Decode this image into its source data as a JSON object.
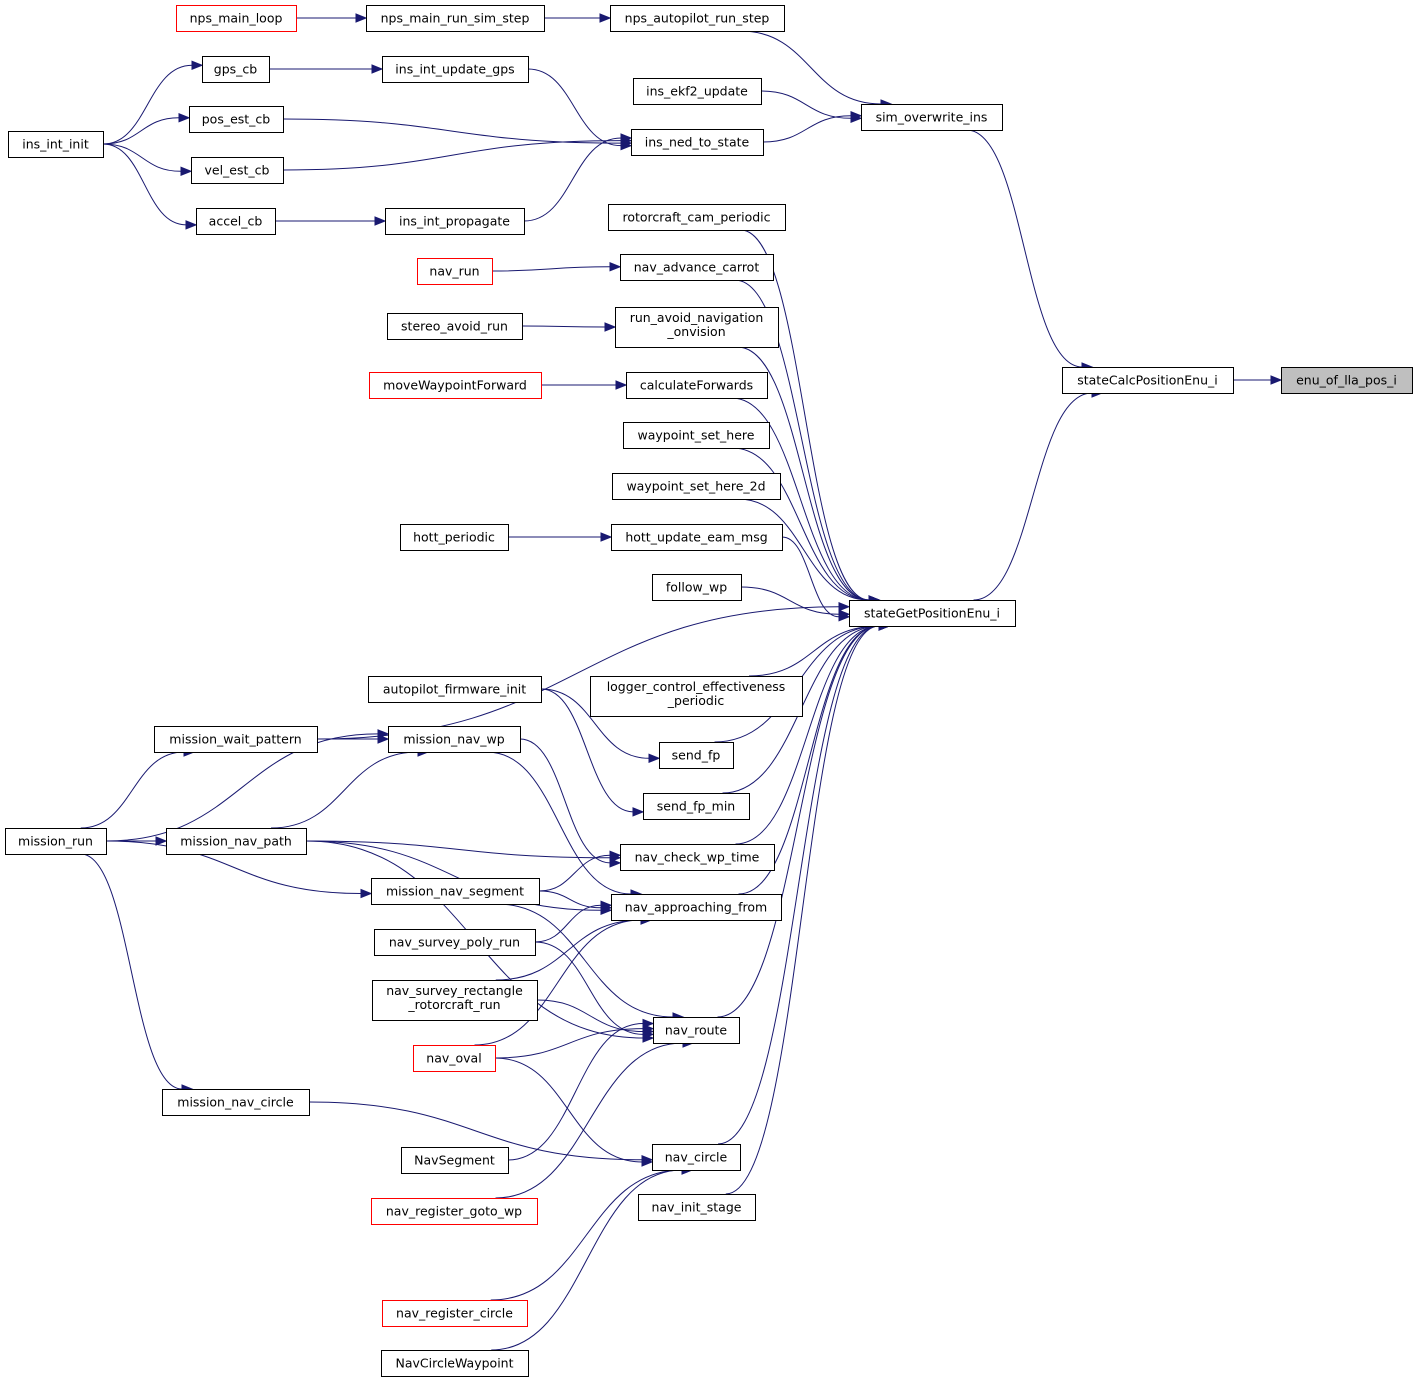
{
  "title": "enu_of_lla_pos_i caller graph",
  "colors": {
    "edge": "#191970",
    "node_border": "#000000",
    "truncated_border": "#ff0000",
    "focus_fill": "#bfbfbf"
  },
  "nodes": [
    {
      "id": "nps_main_loop",
      "label": [
        "nps_main_loop"
      ],
      "style": "red"
    },
    {
      "id": "nps_main_run_sim_step",
      "label": [
        "nps_main_run_sim_step"
      ]
    },
    {
      "id": "nps_autopilot_run_step",
      "label": [
        "nps_autopilot_run_step"
      ]
    },
    {
      "id": "gps_cb",
      "label": [
        "gps_cb"
      ]
    },
    {
      "id": "ins_int_update_gps",
      "label": [
        "ins_int_update_gps"
      ]
    },
    {
      "id": "ins_ekf2_update",
      "label": [
        "ins_ekf2_update"
      ]
    },
    {
      "id": "sim_overwrite_ins",
      "label": [
        "sim_overwrite_ins"
      ]
    },
    {
      "id": "ins_int_init",
      "label": [
        "ins_int_init"
      ]
    },
    {
      "id": "pos_est_cb",
      "label": [
        "pos_est_cb"
      ]
    },
    {
      "id": "ins_ned_to_state",
      "label": [
        "ins_ned_to_state"
      ]
    },
    {
      "id": "vel_est_cb",
      "label": [
        "vel_est_cb"
      ]
    },
    {
      "id": "accel_cb",
      "label": [
        "accel_cb"
      ]
    },
    {
      "id": "ins_int_propagate",
      "label": [
        "ins_int_propagate"
      ]
    },
    {
      "id": "rotorcraft_cam_periodic",
      "label": [
        "rotorcraft_cam_periodic"
      ]
    },
    {
      "id": "nav_run",
      "label": [
        "nav_run"
      ],
      "style": "red"
    },
    {
      "id": "nav_advance_carrot",
      "label": [
        "nav_advance_carrot"
      ]
    },
    {
      "id": "stereo_avoid_run",
      "label": [
        "stereo_avoid_run"
      ]
    },
    {
      "id": "run_avoid_navigation_onvision",
      "label": [
        "run_avoid_navigation",
        "_onvision"
      ]
    },
    {
      "id": "moveWaypointForward",
      "label": [
        "moveWaypointForward"
      ],
      "style": "red"
    },
    {
      "id": "calculateForwards",
      "label": [
        "calculateForwards"
      ]
    },
    {
      "id": "stateCalcPositionEnu_i",
      "label": [
        "stateCalcPositionEnu_i"
      ]
    },
    {
      "id": "enu_of_lla_pos_i",
      "label": [
        "enu_of_lla_pos_i"
      ],
      "style": "focus"
    },
    {
      "id": "waypoint_set_here",
      "label": [
        "waypoint_set_here"
      ]
    },
    {
      "id": "waypoint_set_here_2d",
      "label": [
        "waypoint_set_here_2d"
      ]
    },
    {
      "id": "hott_periodic",
      "label": [
        "hott_periodic"
      ]
    },
    {
      "id": "hott_update_eam_msg",
      "label": [
        "hott_update_eam_msg"
      ]
    },
    {
      "id": "follow_wp",
      "label": [
        "follow_wp"
      ]
    },
    {
      "id": "stateGetPositionEnu_i",
      "label": [
        "stateGetPositionEnu_i"
      ]
    },
    {
      "id": "autopilot_firmware_init",
      "label": [
        "autopilot_firmware_init"
      ]
    },
    {
      "id": "logger_control_effectiveness_periodic",
      "label": [
        "logger_control_effectiveness",
        "_periodic"
      ]
    },
    {
      "id": "mission_wait_pattern",
      "label": [
        "mission_wait_pattern"
      ]
    },
    {
      "id": "mission_nav_wp",
      "label": [
        "mission_nav_wp"
      ]
    },
    {
      "id": "send_fp",
      "label": [
        "send_fp"
      ]
    },
    {
      "id": "send_fp_min",
      "label": [
        "send_fp_min"
      ]
    },
    {
      "id": "mission_run",
      "label": [
        "mission_run"
      ]
    },
    {
      "id": "mission_nav_path",
      "label": [
        "mission_nav_path"
      ]
    },
    {
      "id": "nav_check_wp_time",
      "label": [
        "nav_check_wp_time"
      ]
    },
    {
      "id": "mission_nav_segment",
      "label": [
        "mission_nav_segment"
      ]
    },
    {
      "id": "nav_approaching_from",
      "label": [
        "nav_approaching_from"
      ]
    },
    {
      "id": "nav_survey_poly_run",
      "label": [
        "nav_survey_poly_run"
      ]
    },
    {
      "id": "nav_survey_rectangle_rotorcraft_run",
      "label": [
        "nav_survey_rectangle",
        "_rotorcraft_run"
      ]
    },
    {
      "id": "nav_route",
      "label": [
        "nav_route"
      ]
    },
    {
      "id": "nav_oval",
      "label": [
        "nav_oval"
      ],
      "style": "red"
    },
    {
      "id": "mission_nav_circle",
      "label": [
        "mission_nav_circle"
      ]
    },
    {
      "id": "NavSegment",
      "label": [
        "NavSegment"
      ]
    },
    {
      "id": "nav_circle",
      "label": [
        "nav_circle"
      ]
    },
    {
      "id": "nav_register_goto_wp",
      "label": [
        "nav_register_goto_wp"
      ],
      "style": "red"
    },
    {
      "id": "nav_init_stage",
      "label": [
        "nav_init_stage"
      ]
    },
    {
      "id": "nav_register_circle",
      "label": [
        "nav_register_circle"
      ],
      "style": "red"
    },
    {
      "id": "NavCircleWaypoint",
      "label": [
        "NavCircleWaypoint"
      ]
    }
  ],
  "edges": [
    [
      "nps_main_loop",
      "nps_main_run_sim_step"
    ],
    [
      "nps_main_run_sim_step",
      "nps_autopilot_run_step"
    ],
    [
      "nps_autopilot_run_step",
      "sim_overwrite_ins"
    ],
    [
      "ins_ekf2_update",
      "sim_overwrite_ins"
    ],
    [
      "ins_ned_to_state",
      "sim_overwrite_ins"
    ],
    [
      "sim_overwrite_ins",
      "stateCalcPositionEnu_i"
    ],
    [
      "ins_int_init",
      "gps_cb"
    ],
    [
      "ins_int_init",
      "pos_est_cb"
    ],
    [
      "ins_int_init",
      "vel_est_cb"
    ],
    [
      "ins_int_init",
      "accel_cb"
    ],
    [
      "gps_cb",
      "ins_int_update_gps"
    ],
    [
      "ins_int_update_gps",
      "ins_ned_to_state"
    ],
    [
      "pos_est_cb",
      "ins_ned_to_state"
    ],
    [
      "vel_est_cb",
      "ins_ned_to_state"
    ],
    [
      "accel_cb",
      "ins_int_propagate"
    ],
    [
      "ins_int_propagate",
      "ins_ned_to_state"
    ],
    [
      "stateCalcPositionEnu_i",
      "enu_of_lla_pos_i"
    ],
    [
      "stateGetPositionEnu_i",
      "stateCalcPositionEnu_i"
    ],
    [
      "rotorcraft_cam_periodic",
      "stateGetPositionEnu_i"
    ],
    [
      "nav_run",
      "nav_advance_carrot"
    ],
    [
      "nav_advance_carrot",
      "stateGetPositionEnu_i"
    ],
    [
      "stereo_avoid_run",
      "run_avoid_navigation_onvision"
    ],
    [
      "run_avoid_navigation_onvision",
      "stateGetPositionEnu_i"
    ],
    [
      "moveWaypointForward",
      "calculateForwards"
    ],
    [
      "calculateForwards",
      "stateGetPositionEnu_i"
    ],
    [
      "waypoint_set_here",
      "stateGetPositionEnu_i"
    ],
    [
      "waypoint_set_here_2d",
      "stateGetPositionEnu_i"
    ],
    [
      "hott_periodic",
      "hott_update_eam_msg"
    ],
    [
      "hott_update_eam_msg",
      "stateGetPositionEnu_i"
    ],
    [
      "follow_wp",
      "stateGetPositionEnu_i"
    ],
    [
      "mission_wait_pattern",
      "stateGetPositionEnu_i"
    ],
    [
      "logger_control_effectiveness_periodic",
      "stateGetPositionEnu_i"
    ],
    [
      "autopilot_firmware_init",
      "send_fp"
    ],
    [
      "autopilot_firmware_init",
      "send_fp_min"
    ],
    [
      "send_fp",
      "stateGetPositionEnu_i"
    ],
    [
      "send_fp_min",
      "stateGetPositionEnu_i"
    ],
    [
      "mission_run",
      "mission_wait_pattern"
    ],
    [
      "mission_run",
      "mission_nav_wp"
    ],
    [
      "mission_run",
      "mission_nav_path"
    ],
    [
      "mission_run",
      "mission_nav_segment"
    ],
    [
      "mission_run",
      "mission_nav_circle"
    ],
    [
      "mission_wait_pattern",
      "mission_nav_wp"
    ],
    [
      "mission_nav_path",
      "mission_nav_wp"
    ],
    [
      "mission_nav_wp",
      "nav_check_wp_time"
    ],
    [
      "mission_nav_wp",
      "nav_approaching_from"
    ],
    [
      "mission_nav_path",
      "nav_check_wp_time"
    ],
    [
      "mission_nav_path",
      "nav_approaching_from"
    ],
    [
      "mission_nav_path",
      "nav_route"
    ],
    [
      "mission_nav_segment",
      "nav_check_wp_time"
    ],
    [
      "mission_nav_segment",
      "nav_approaching_from"
    ],
    [
      "mission_nav_segment",
      "nav_route"
    ],
    [
      "nav_check_wp_time",
      "stateGetPositionEnu_i"
    ],
    [
      "nav_approaching_from",
      "stateGetPositionEnu_i"
    ],
    [
      "nav_survey_poly_run",
      "nav_approaching_from"
    ],
    [
      "nav_survey_poly_run",
      "nav_route"
    ],
    [
      "nav_survey_rectangle_rotorcraft_run",
      "nav_approaching_from"
    ],
    [
      "nav_survey_rectangle_rotorcraft_run",
      "nav_route"
    ],
    [
      "nav_oval",
      "nav_approaching_from"
    ],
    [
      "nav_oval",
      "nav_route"
    ],
    [
      "nav_oval",
      "nav_circle"
    ],
    [
      "nav_route",
      "stateGetPositionEnu_i"
    ],
    [
      "NavSegment",
      "nav_route"
    ],
    [
      "nav_register_goto_wp",
      "nav_route"
    ],
    [
      "mission_nav_circle",
      "nav_circle"
    ],
    [
      "nav_register_circle",
      "nav_circle"
    ],
    [
      "NavCircleWaypoint",
      "nav_circle"
    ],
    [
      "nav_circle",
      "stateGetPositionEnu_i"
    ],
    [
      "nav_init_stage",
      "stateGetPositionEnu_i"
    ]
  ]
}
